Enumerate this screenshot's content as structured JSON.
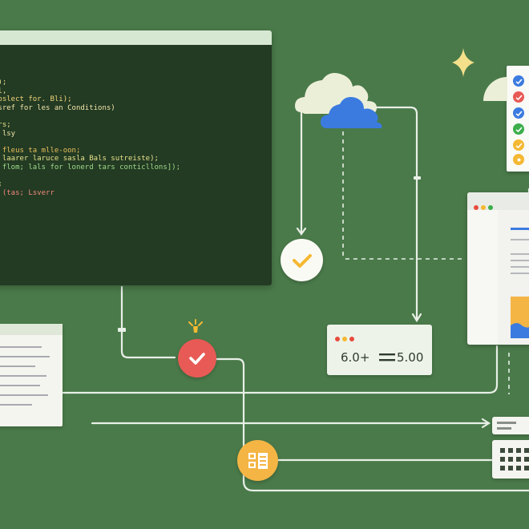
{
  "editor": {
    "lines": [
      {
        "text": "});",
        "color": "#e6e28a"
      },
      {
        "text": "al,",
        "color": "#e6e28a"
      },
      {
        "text": "xpslect for. Bli);",
        "color": "#f2d77a"
      },
      {
        "text": "rsref for les an Conditions)",
        "color": "#f0e6a8"
      },
      {
        "text": "",
        "color": "#e6e28a"
      },
      {
        "text": "ers;",
        "color": "#e6e28a"
      },
      {
        "text": "s lsy",
        "color": "#f0e6a8"
      },
      {
        "text": "",
        "color": "#e6e28a"
      },
      {
        "text": "  fleus ta mlle-oon;",
        "color": "#e8c05a"
      },
      {
        "text": "s laarer laruce sasla Bals sutreiste);",
        "color": "#e6e28a"
      },
      {
        "text": "f flom; lals for lonerd tars conticllons]);",
        "color": "#9fdc8a"
      },
      {
        "text": "",
        "color": "#e6e28a"
      },
      {
        "text": "};",
        "color": "#e6e28a"
      },
      {
        "text": "s (tas; Lsverr",
        "color": "#f08a7a"
      }
    ]
  },
  "value_window": {
    "left_value": "6.0+",
    "right_value": "5.00"
  },
  "colors": {
    "background": "#4a7a4a",
    "wire": "#e8efe6",
    "cloud_blue": "#3b7be0",
    "check_yellow": "#f4b832",
    "red_circle": "#e85a55",
    "orange_circle": "#f4b545",
    "dot_red": "#e74c3c",
    "dot_yellow": "#f4b832",
    "dot_green": "#3cae4a"
  },
  "icons": {
    "cloud": "cloud-icon",
    "check": "checkmark-icon",
    "document": "document-icon",
    "sparkle": "sparkle-icon",
    "calendar": "calendar-icon",
    "hand": "pointer-icon"
  }
}
